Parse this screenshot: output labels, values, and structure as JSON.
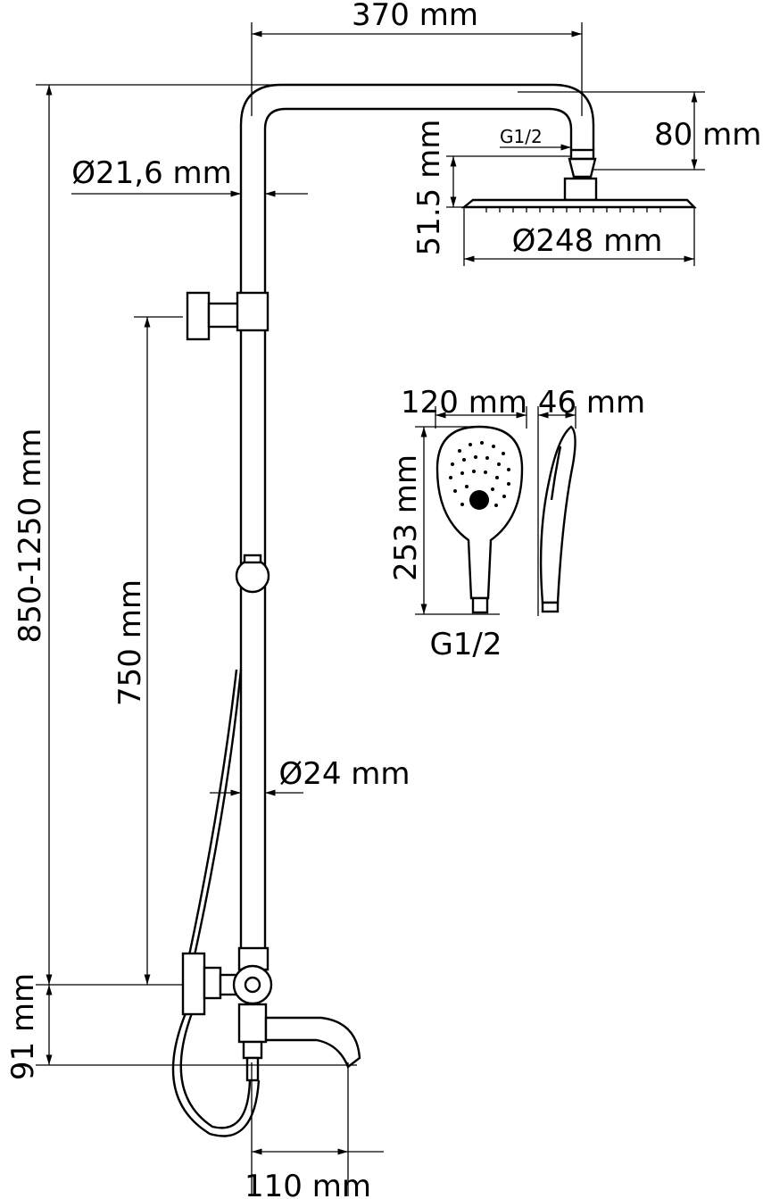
{
  "title": "Shower system dimension drawing",
  "dimensions": {
    "top_arm_length": "370 mm",
    "head_drop": "80 mm",
    "head_thread": "G1/2",
    "head_height": "51.5 mm",
    "head_diameter": "Ø248 mm",
    "upper_pipe_diameter": "Ø21,6 mm",
    "total_height": "850-1250 mm",
    "slide_range": "750 mm",
    "hand_width": "120 mm",
    "hand_depth": "46 mm",
    "hand_length": "253 mm",
    "hand_thread": "G1/2",
    "lower_pipe_diameter": "Ø24 mm",
    "spout_drop": "91 mm",
    "spout_length": "110 mm"
  },
  "colors": {
    "line": "#000000",
    "background": "#ffffff"
  }
}
